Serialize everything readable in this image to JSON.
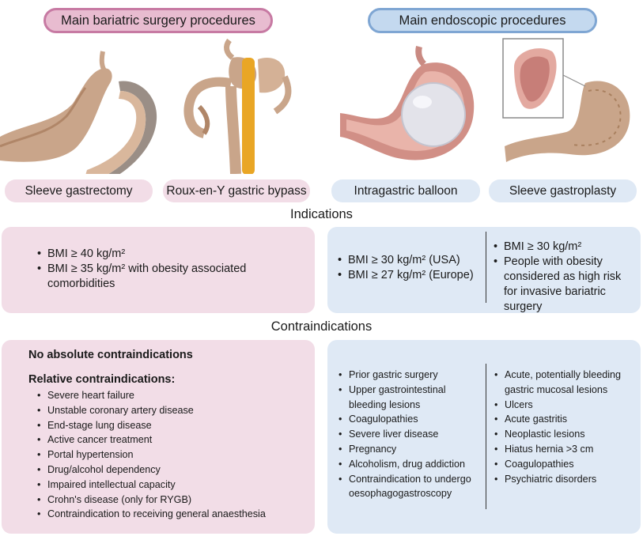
{
  "headers": {
    "left": "Main bariatric surgery procedures",
    "right": "Main endoscopic procedures"
  },
  "procedures": [
    "Sleeve gastrectomy",
    "Roux-en-Y gastric bypass",
    "Intragastric balloon",
    "Sleeve gastroplasty"
  ],
  "indications": {
    "title": "Indications",
    "surgery": [
      "BMI ≥ 40 kg/m²",
      "BMI ≥ 35 kg/m² with obesity associated comorbidities"
    ],
    "balloon": [
      "BMI ≥ 30 kg/m² (USA)",
      "BMI ≥ 27 kg/m² (Europe)"
    ],
    "gastroplasty": [
      "BMI ≥ 30 kg/m²",
      "People with obesity considered as high risk for invasive bariatric surgery"
    ]
  },
  "contraindications": {
    "title": "Contraindications",
    "surgery_absolute": "No absolute contraindications",
    "surgery_relative_title": "Relative contraindications:",
    "surgery_relative": [
      "Severe heart failure",
      "Unstable coronary artery disease",
      "End-stage lung disease",
      "Active cancer treatment",
      "Portal hypertension",
      "Drug/alcohol dependency",
      "Impaired intellectual capacity",
      "Crohn's disease (only for RYGB)",
      "Contraindication to receiving general anaesthesia"
    ],
    "endoscopic_left": [
      "Prior gastric surgery",
      "Upper gastrointestinal bleeding lesions",
      "Coagulopathies",
      "Severe liver disease",
      "Pregnancy",
      "Alcoholism, drug addiction",
      "Contraindication to undergo oesophagogastroscopy"
    ],
    "endoscopic_right": [
      "Acute, potentially bleeding gastric mucosal lesions",
      "Ulcers",
      "Acute gastritis",
      "Neoplastic lesions",
      "Hiatus hernia >3 cm",
      "Coagulopathies",
      "Psychiatric disorders"
    ]
  },
  "colors": {
    "pink_header": "#e8bcd0",
    "pink_border": "#c77aa3",
    "pink_panel": "#f2dde7",
    "blue_header": "#c4d9ef",
    "blue_border": "#7fa6d3",
    "blue_panel": "#dfe9f5"
  }
}
